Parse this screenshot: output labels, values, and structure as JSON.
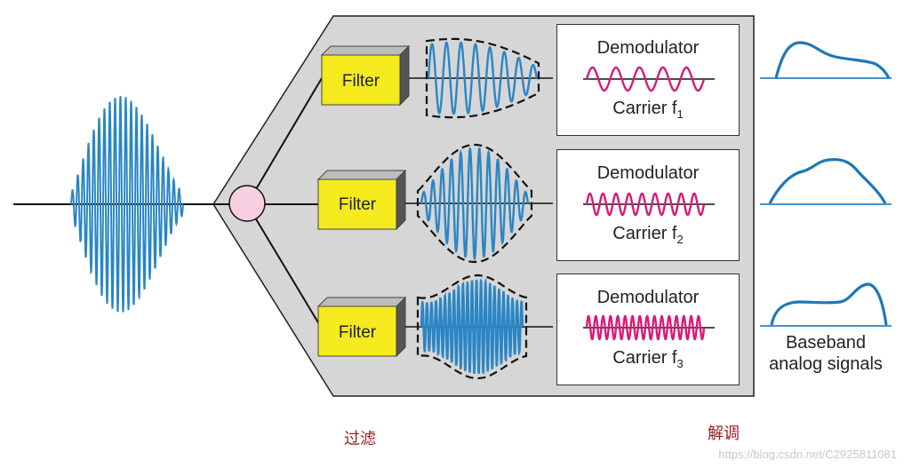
{
  "filters": [
    {
      "label": "Filter"
    },
    {
      "label": "Filter"
    },
    {
      "label": "Filter"
    }
  ],
  "demodulators": [
    {
      "title": "Demodulator",
      "carrier": "Carrier f",
      "subscript": "1"
    },
    {
      "title": "Demodulator",
      "carrier": "Carrier f",
      "subscript": "2"
    },
    {
      "title": "Demodulator",
      "carrier": "Carrier f",
      "subscript": "3"
    }
  ],
  "output_label_line1": "Baseband",
  "output_label_line2": "analog signals",
  "caption_filter": "过滤",
  "caption_demod": "解调",
  "watermark": "https://blog.csdn.net/C2925811081",
  "colors": {
    "wave_blue": "#2a86c5",
    "carrier_pink": "#d81b78",
    "filter_yellow": "#f4ea1e",
    "panel_gray": "#d6d6d6",
    "splitter_pink": "#f8cfe0"
  }
}
